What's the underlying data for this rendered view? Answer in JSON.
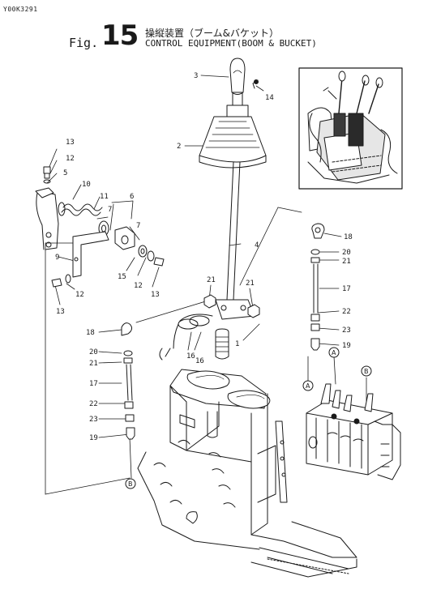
{
  "doc_code": "Y00K3291",
  "figure": {
    "prefix": "Fig.",
    "number": "15",
    "title_jp": "操縦装置（ブーム&バケット）",
    "title_en": "CONTROL EQUIPMENT(BOOM & BUCKET)"
  },
  "callouts": {
    "c1": "1",
    "c2": "2",
    "c3": "3",
    "c4": "4",
    "c5": "5",
    "c6": "6",
    "c7a": "7",
    "c7b": "7",
    "c9": "9",
    "c10": "10",
    "c11": "11",
    "c12a": "12",
    "c12b": "12",
    "c12c": "12",
    "c13a": "13",
    "c13b": "13",
    "c13c": "13",
    "c14": "14",
    "c15": "15",
    "c16a": "16",
    "c16b": "16",
    "c17a": "17",
    "c17b": "17",
    "c18a": "18",
    "c18b": "18",
    "c19a": "19",
    "c19b": "19",
    "c20a": "20",
    "c20b": "20",
    "c21a": "21",
    "c21b": "21",
    "c21c": "21",
    "c21d": "21",
    "c22a": "22",
    "c22b": "22",
    "c23a": "23",
    "c23b": "23"
  },
  "connectors": {
    "a_top": "A",
    "a_left": "A",
    "b_top": "B",
    "b_bottom": "B"
  }
}
